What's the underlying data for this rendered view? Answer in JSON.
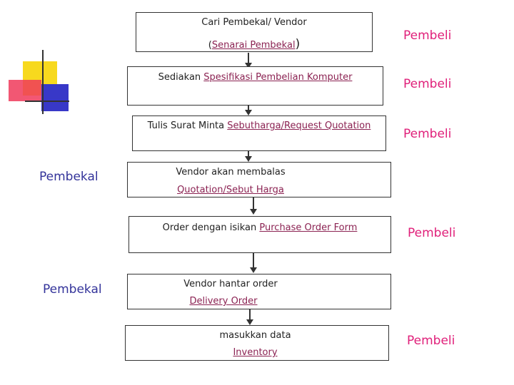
{
  "steps": [
    {
      "line1": "Cari Pembekal/ Vendor",
      "line2_prefix": "(",
      "line2_link": "Senarai Pembekal",
      "line2_suffix": ")"
    },
    {
      "prefix": "Sediakan ",
      "link": "Spesifikasi Pembelian Komputer"
    },
    {
      "prefix": "Tulis Surat Minta ",
      "link": "Sebutharga/Request Quotation"
    },
    {
      "line1": "Vendor akan membalas",
      "link": "Quotation/Sebut Harga"
    },
    {
      "prefix": "Order dengan isikan ",
      "link": "Purchase Order Form"
    },
    {
      "line1": "Vendor hantar order",
      "link": "Delivery Order"
    },
    {
      "line1": "masukkan data",
      "link": "Inventory"
    }
  ],
  "roles": {
    "pembeli": "Pembeli",
    "pembekal": "Pembekal"
  },
  "colors": {
    "pembeli": "#e0207a",
    "pembekal": "#33339a",
    "link": "#8b2252"
  }
}
